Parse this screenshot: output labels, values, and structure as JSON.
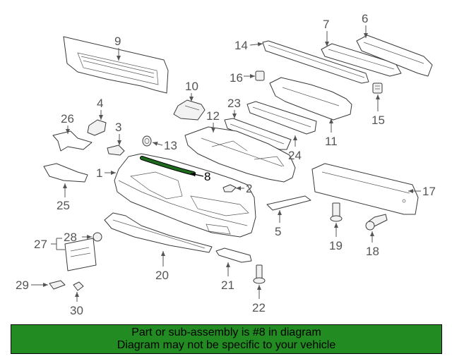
{
  "highlight_color": "#228b22",
  "banner": {
    "line1": "Part or sub-assembly is #8 in diagram",
    "line2": "Diagram may not be specific to your vehicle"
  },
  "highlighted_part": "8",
  "callouts": {
    "c1": "1",
    "c2": "2",
    "c3": "3",
    "c4": "4",
    "c5": "5",
    "c6": "6",
    "c7": "7",
    "c8": "8",
    "c9": "9",
    "c10": "10",
    "c11": "11",
    "c12": "12",
    "c13": "13",
    "c14": "14",
    "c15": "15",
    "c16": "16",
    "c17": "17",
    "c18": "18",
    "c19": "19",
    "c20": "20",
    "c21": "21",
    "c22": "22",
    "c23": "23",
    "c24": "24",
    "c25": "25",
    "c26": "26",
    "c27": "27",
    "c28": "28",
    "c29": "29",
    "c30": "30"
  }
}
